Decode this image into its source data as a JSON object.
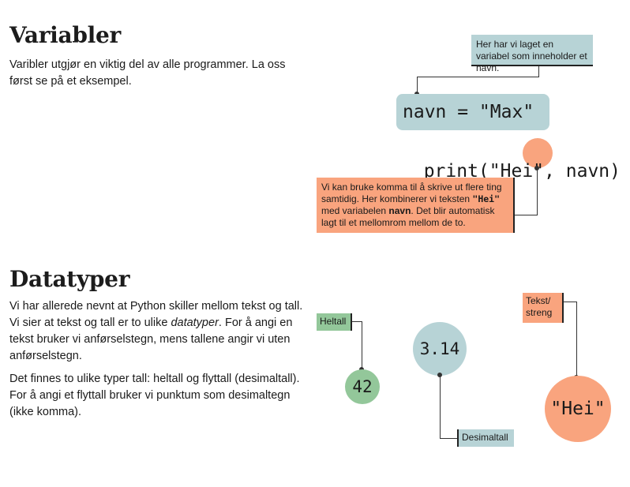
{
  "variabler": {
    "title": "Variabler",
    "intro": "Varibler utgjør en viktig del av alle programmer. La oss først se på et eksempel.",
    "code_assign": "navn = \"Max\"",
    "code_print_before": "print(\"Hei\"",
    "code_comma": ",",
    "code_print_after": "navn)",
    "note_variable": "Her har vi laget en variabel som inneholder et navn.",
    "note_comma_1": "Vi kan bruke komma til å skrive ut flere ting samtidig. Her kombinerer vi teksten ",
    "note_comma_code": "\"Hei\"",
    "note_comma_2": " med variabelen ",
    "note_comma_var": "navn",
    "note_comma_3": ". Det blir automatisk lagt til et mellomrom mellom de to."
  },
  "datatyper": {
    "title": "Datatyper",
    "para1_a": "Vi har allerede nevnt at Python skiller mellom tekst og tall. Vi sier at tekst og tall er to ulike ",
    "para1_em": "datatyper",
    "para1_b": ". For å angi en tekst bruker vi anførselstegn, mens tallene angir vi uten anførselstegn.",
    "para2": "Det finnes to ulike typer tall: heltall og flyttall (desimaltall). For å angi et flyttall bruker vi punktum som desimaltegn (ikke komma).",
    "label_heltall": "Heltall",
    "value_int": "42",
    "value_float": "3.14",
    "label_desimaltall": "Desimaltall",
    "label_tekst": "Tekst/ streng",
    "value_string": "\"Hei\""
  },
  "colors": {
    "blue": "#b7d3d6",
    "orange": "#f9a47e",
    "green": "#93c79a"
  }
}
